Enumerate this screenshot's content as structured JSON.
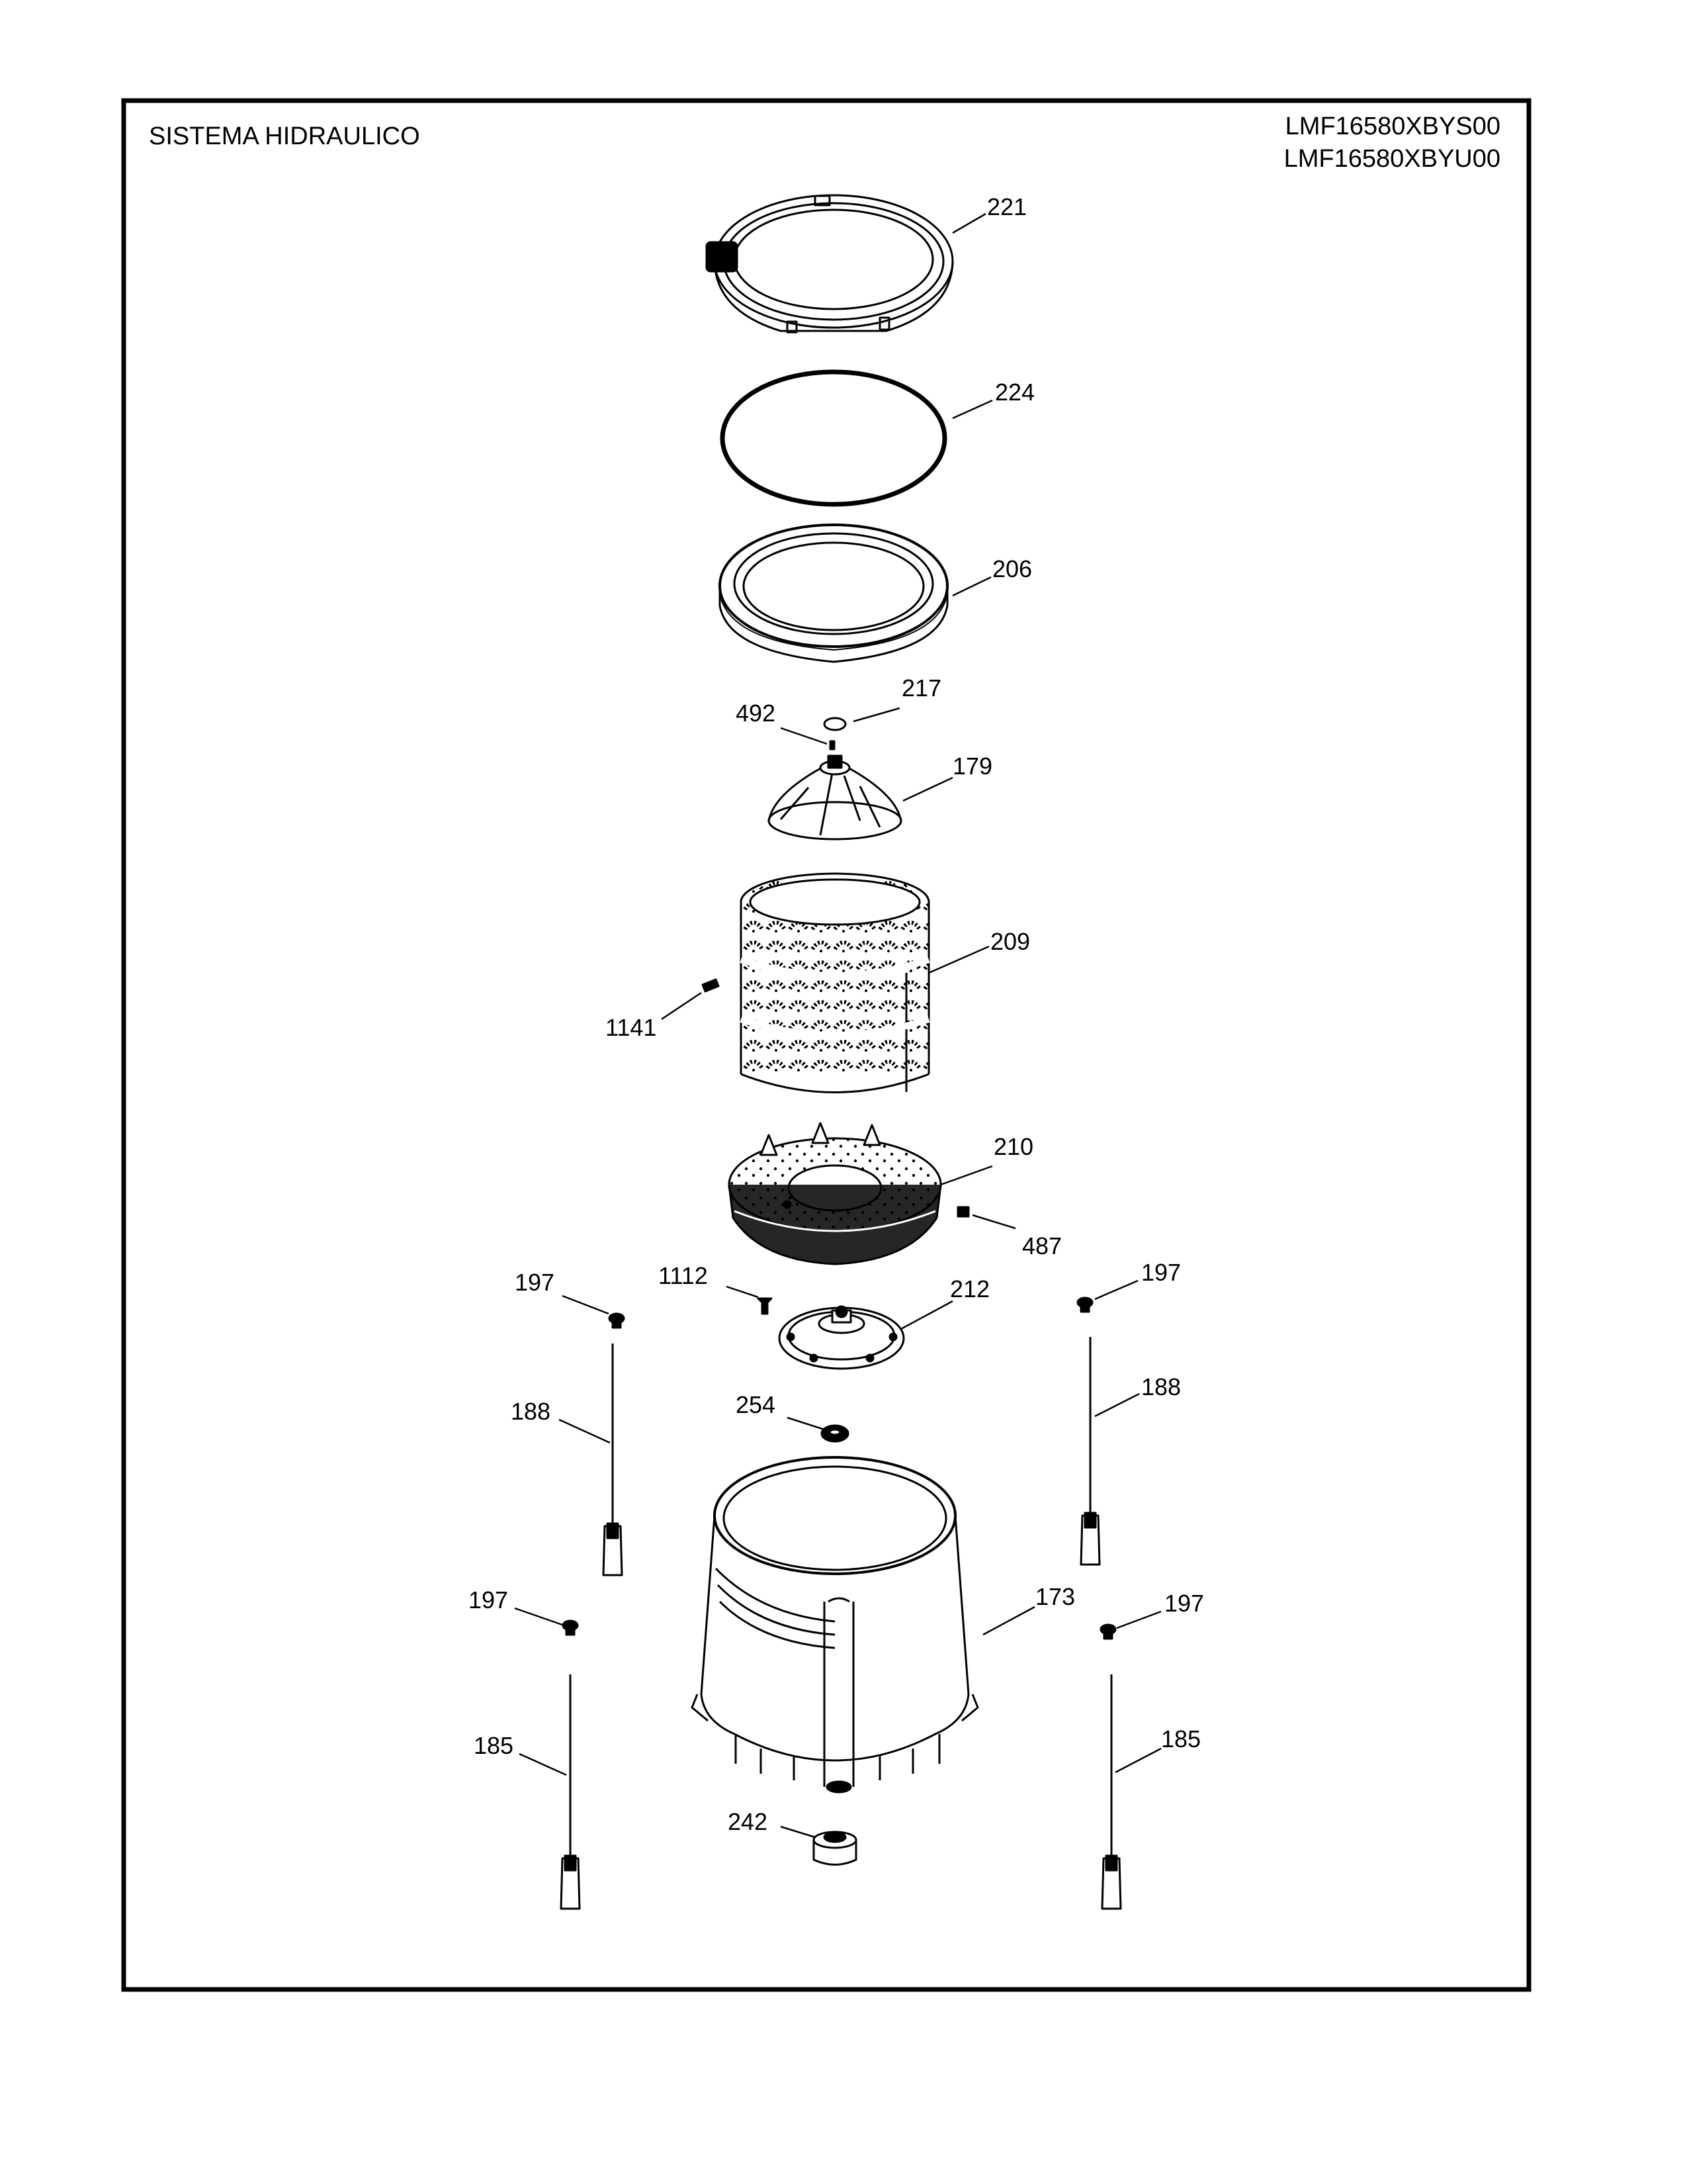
{
  "header": {
    "title": "SISTEMA HIDRAULICO",
    "models": [
      "LMF16580XBYS00",
      "LMF16580XBYU00"
    ]
  },
  "parts": {
    "p221": "221",
    "p224": "224",
    "p206": "206",
    "p217": "217",
    "p492": "492",
    "p179": "179",
    "p209": "209",
    "p1141": "1141",
    "p210": "210",
    "p487": "487",
    "p1112": "1112",
    "p212": "212",
    "p197": "197",
    "p188": "188",
    "p254": "254",
    "p173": "173",
    "p185": "185",
    "p242": "242"
  }
}
